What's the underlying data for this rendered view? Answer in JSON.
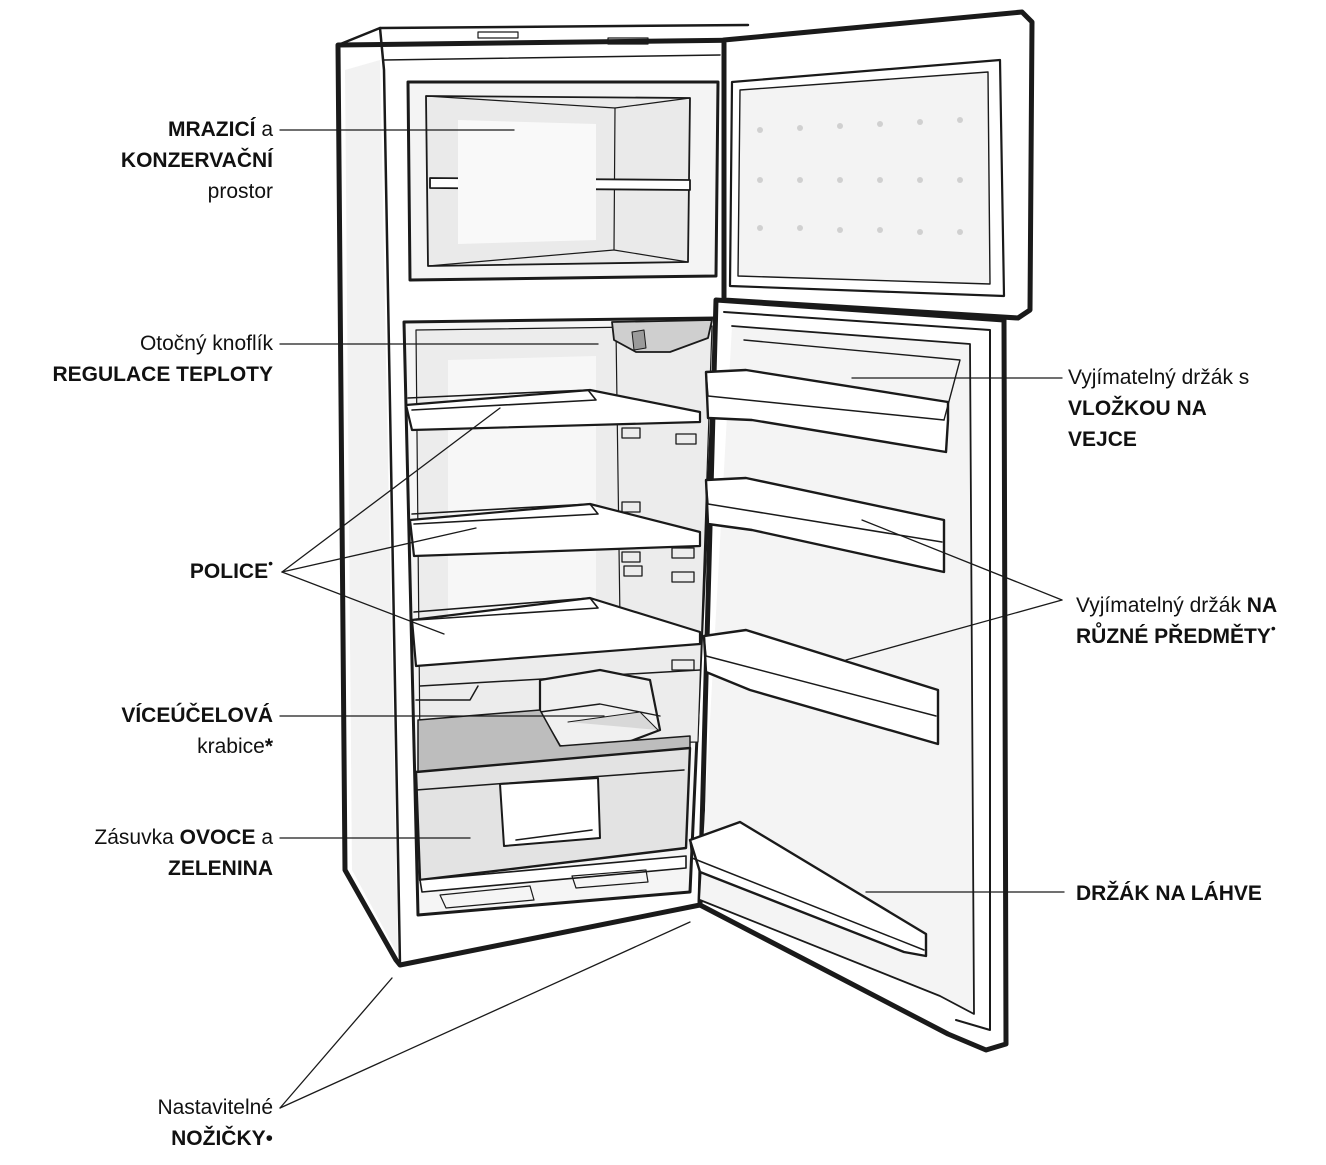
{
  "labels": {
    "freezer": {
      "l1_bold": "MRAZICÍ",
      "l1_norm": " a",
      "l2_bold": "KONZERVAČNÍ",
      "l3_norm": "prostor"
    },
    "thermostat": {
      "l1_norm": "Otočný knoflík",
      "l2_bold": "REGULACE TEPLOTY"
    },
    "shelves": {
      "l1_bold": "POLICE",
      "mark": "•"
    },
    "multibox": {
      "l1_bold": "VÍCEÚČELOVÁ",
      "l2_norm": "krabice",
      "mark": "*"
    },
    "crisper": {
      "l1_norm": "Zásuvka ",
      "l1_bold": "OVOCE",
      "l1_norm2": " a",
      "l2_bold": "ZELENINA"
    },
    "feet": {
      "l1_norm": "Nastavitelné",
      "l2_bold": "NOŽIČKY",
      "mark": "•"
    },
    "egg_tray": {
      "l1_norm": "Vyjímatelný držák s",
      "l2_bold": "VLOŽKOU NA",
      "l3_bold": "VEJCE"
    },
    "door_shelf": {
      "l1_norm": "Vyjímatelný držák ",
      "l1_bold": "NA",
      "l2_bold": "RŮZNÉ PŘEDMĚTY",
      "mark": "•"
    },
    "bottle": {
      "l1_bold": "DRŽÁK NA LÁHVE"
    }
  }
}
